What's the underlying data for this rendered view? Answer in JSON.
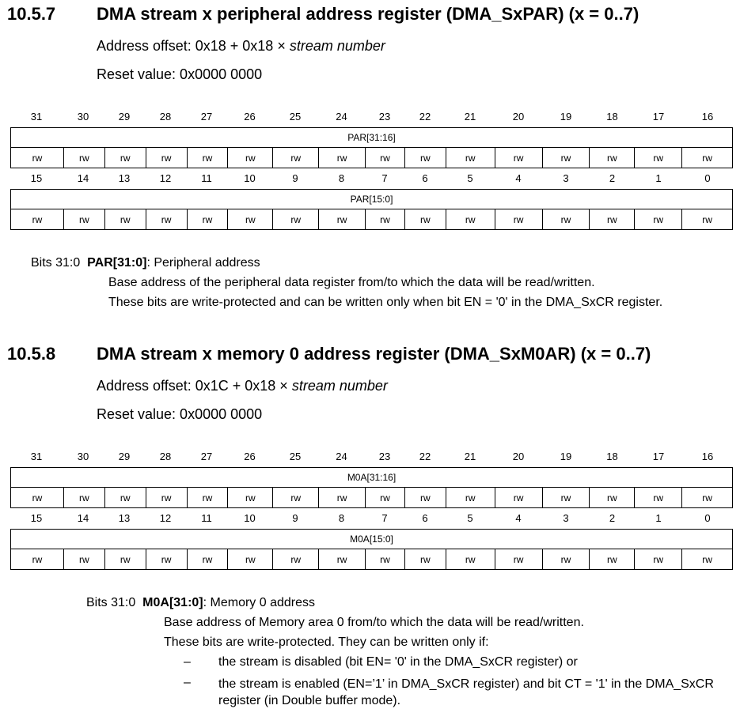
{
  "sections": [
    {
      "number": "10.5.7",
      "title": "DMA stream x peripheral address register (DMA_SxPAR) (x = 0..7)",
      "offset_prefix": "Address offset: 0x18 + 0x18 × ",
      "offset_italic": "stream number",
      "reset": "Reset value: 0x0000 0000",
      "high_field": "PAR[31:16]",
      "low_field": "PAR[15:0]",
      "bits_label": "Bits 31:0",
      "field_name": "PAR[31:0]",
      "field_desc": ": Peripheral address",
      "lines": [
        "Base address of the peripheral data register from/to which the data will be read/written.",
        "These bits are write-protected and can be written only when bit EN = '0' in the DMA_SxCR register."
      ],
      "bullets": []
    },
    {
      "number": "10.5.8",
      "title": "DMA stream x memory 0 address register (DMA_SxM0AR) (x = 0..7)",
      "offset_prefix": "Address offset: 0x1C + 0x18 × ",
      "offset_italic": "stream number",
      "reset": "Reset value: 0x0000 0000",
      "high_field": "M0A[31:16]",
      "low_field": "M0A[15:0]",
      "bits_label": "Bits 31:0",
      "field_name": "M0A[31:0]",
      "field_desc": ": Memory 0 address",
      "lines": [
        "Base address of Memory area 0 from/to which the data will be read/written.",
        "These bits are write-protected. They can be written only if:"
      ],
      "bullets": [
        "the stream is disabled (bit EN= '0' in the DMA_SxCR register) or",
        "the stream is enabled (EN=’1’ in DMA_SxCR register) and bit CT = '1' in the DMA_SxCR register (in Double buffer mode)."
      ]
    }
  ],
  "bullet_dash": "–",
  "high_bits": [
    "31",
    "30",
    "29",
    "28",
    "27",
    "26",
    "25",
    "24",
    "23",
    "22",
    "21",
    "20",
    "19",
    "18",
    "17",
    "16"
  ],
  "low_bits": [
    "15",
    "14",
    "13",
    "12",
    "11",
    "10",
    "9",
    "8",
    "7",
    "6",
    "5",
    "4",
    "3",
    "2",
    "1",
    "0"
  ],
  "access": [
    "rw",
    "rw",
    "rw",
    "rw",
    "rw",
    "rw",
    "rw",
    "rw",
    "rw",
    "rw",
    "rw",
    "rw",
    "rw",
    "rw",
    "rw",
    "rw"
  ]
}
